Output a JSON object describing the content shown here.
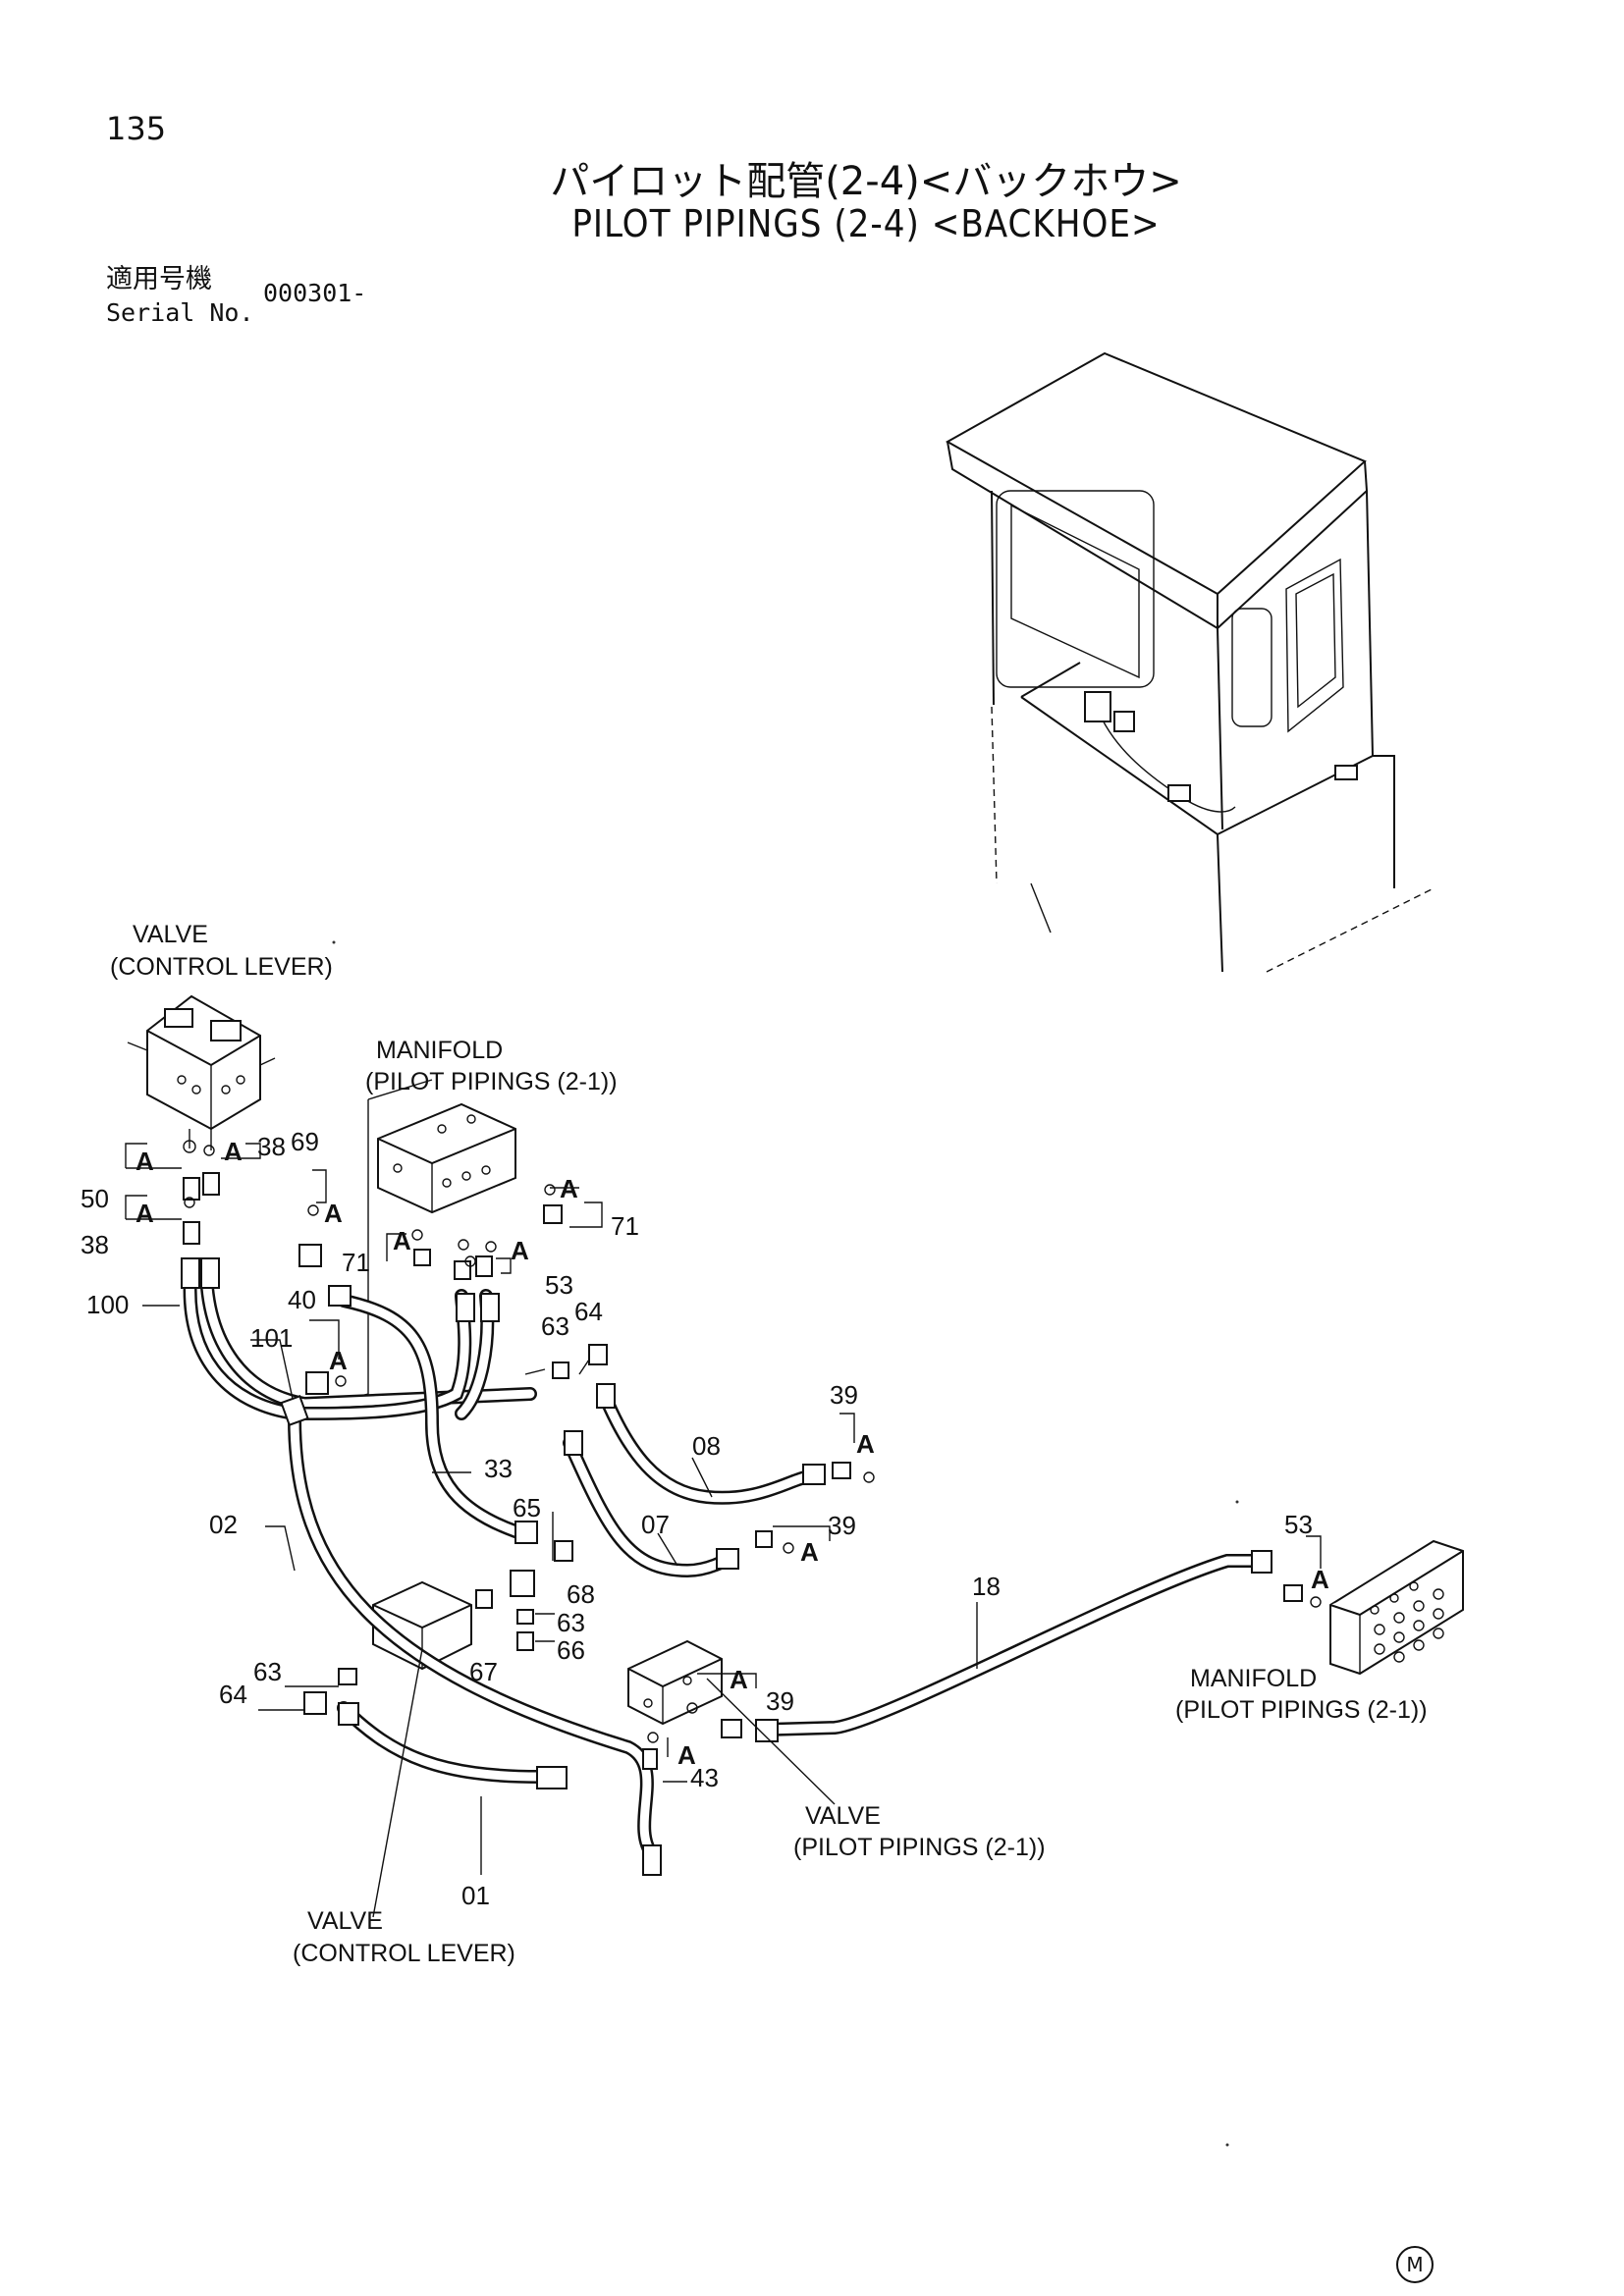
{
  "header": {
    "page_number": "135",
    "title_jp": "パイロット配管(2-4)<バックホウ>",
    "title_en": "PILOT PIPINGS (2-4) <BACKHOE>",
    "serial_label_jp": "適用号機",
    "serial_label_en": "Serial No.",
    "serial_value": "000301-"
  },
  "captions": {
    "valve_top_1": "VALVE",
    "valve_top_2": "(CONTROL LEVER)",
    "manifold_top_1": "MANIFOLD",
    "manifold_top_2": "(PILOT PIPINGS (2-1))",
    "manifold_right_1": "MANIFOLD",
    "manifold_right_2": "(PILOT PIPINGS (2-1))",
    "valve_mid_1": "VALVE",
    "valve_mid_2": "(PILOT PIPINGS (2-1))",
    "valve_bottom_1": "VALVE",
    "valve_bottom_2": "(CONTROL LEVER)"
  },
  "detail_label": "A",
  "part_numbers": {
    "p50": "50",
    "p38a": "38",
    "p38b": "38",
    "p100": "100",
    "p101": "101",
    "p69": "69",
    "p71a": "71",
    "p71b": "71",
    "p40": "40",
    "p53a": "53",
    "p63a": "63",
    "p64a": "64",
    "p33": "33",
    "p39a": "39",
    "p08": "08",
    "p07": "07",
    "p39b": "39",
    "p65": "65",
    "p68": "68",
    "p63b": "63",
    "p66": "66",
    "p67": "67",
    "p02": "02",
    "p18": "18",
    "p53b": "53",
    "p63c": "63",
    "p64b": "64",
    "p39c": "39",
    "p43": "43",
    "p01": "01"
  },
  "footer_mark": "M"
}
